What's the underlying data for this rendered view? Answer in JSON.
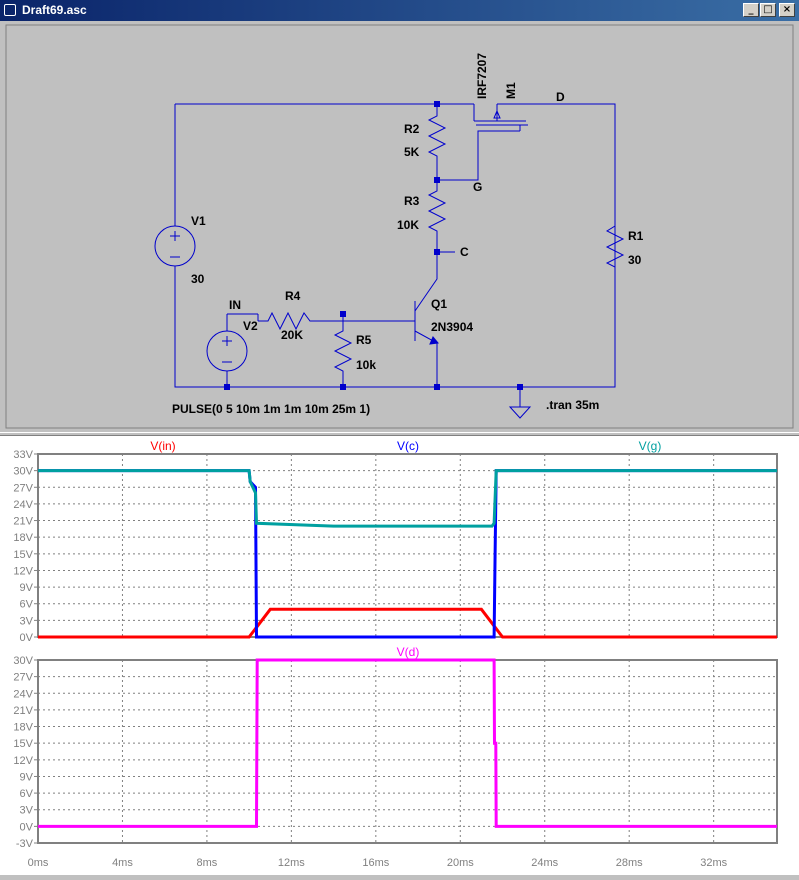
{
  "window": {
    "title": "Draft69.asc"
  },
  "schematic": {
    "labels": {
      "mosfet_model": "IRF7207",
      "mosfet_name": "M1",
      "drain": "D",
      "r2_name": "R2",
      "r2_value": "5K",
      "gate": "G",
      "r3_name": "R3",
      "r3_value": "10K",
      "collector": "C",
      "v1_name": "V1",
      "v1_value": "30",
      "r1_name": "R1",
      "r1_value": "30",
      "in": "IN",
      "v2_name": "V2",
      "r4_name": "R4",
      "r4_value": "20K",
      "q1_name": "Q1",
      "q1_model": "2N3904",
      "r5_name": "R5",
      "r5_value": "10k",
      "pulse": "PULSE(0 5 10m 1m 1m 10m 25m 1)",
      "tran": ".tran 35m"
    }
  },
  "chart_data": [
    {
      "type": "line",
      "yticks": [
        "33V",
        "30V",
        "27V",
        "24V",
        "21V",
        "18V",
        "15V",
        "12V",
        "9V",
        "6V",
        "3V",
        "0V"
      ],
      "ylim": [
        0,
        33
      ],
      "xlim": [
        0,
        35
      ],
      "grid": true,
      "series": [
        {
          "name": "V(in)",
          "color": "#ff0000",
          "points": [
            [
              0,
              0
            ],
            [
              10,
              0
            ],
            [
              11,
              5
            ],
            [
              21,
              5
            ],
            [
              22,
              0
            ],
            [
              35,
              0
            ]
          ]
        },
        {
          "name": "V(c)",
          "color": "#0000ff",
          "points": [
            [
              0,
              30
            ],
            [
              10,
              30
            ],
            [
              10.05,
              28
            ],
            [
              10.3,
              27
            ],
            [
              10.35,
              0
            ],
            [
              10.5,
              0
            ],
            [
              21.6,
              0
            ],
            [
              21.65,
              15
            ],
            [
              21.7,
              30
            ],
            [
              35,
              30
            ]
          ]
        },
        {
          "name": "V(g)",
          "color": "#00a0a0",
          "points": [
            [
              0,
              30
            ],
            [
              10,
              30
            ],
            [
              10.05,
              28
            ],
            [
              10.3,
              26
            ],
            [
              10.35,
              20.5
            ],
            [
              14,
              20
            ],
            [
              21.5,
              20
            ],
            [
              21.6,
              20.5
            ],
            [
              21.7,
              30
            ],
            [
              35,
              30
            ]
          ]
        }
      ]
    },
    {
      "type": "line",
      "yticks": [
        "30V",
        "27V",
        "24V",
        "21V",
        "18V",
        "15V",
        "12V",
        "9V",
        "6V",
        "3V",
        "0V",
        "-3V"
      ],
      "ylim": [
        -3,
        30
      ],
      "xlim": [
        0,
        35
      ],
      "xticks": [
        "0ms",
        "4ms",
        "8ms",
        "12ms",
        "16ms",
        "20ms",
        "24ms",
        "28ms",
        "32ms"
      ],
      "grid": true,
      "series": [
        {
          "name": "V(d)",
          "color": "#ff00ff",
          "points": [
            [
              0,
              0
            ],
            [
              10.35,
              0
            ],
            [
              10.38,
              30
            ],
            [
              21.6,
              30
            ],
            [
              21.62,
              15
            ],
            [
              21.68,
              15
            ],
            [
              21.7,
              0
            ],
            [
              35,
              0
            ]
          ]
        }
      ]
    }
  ]
}
